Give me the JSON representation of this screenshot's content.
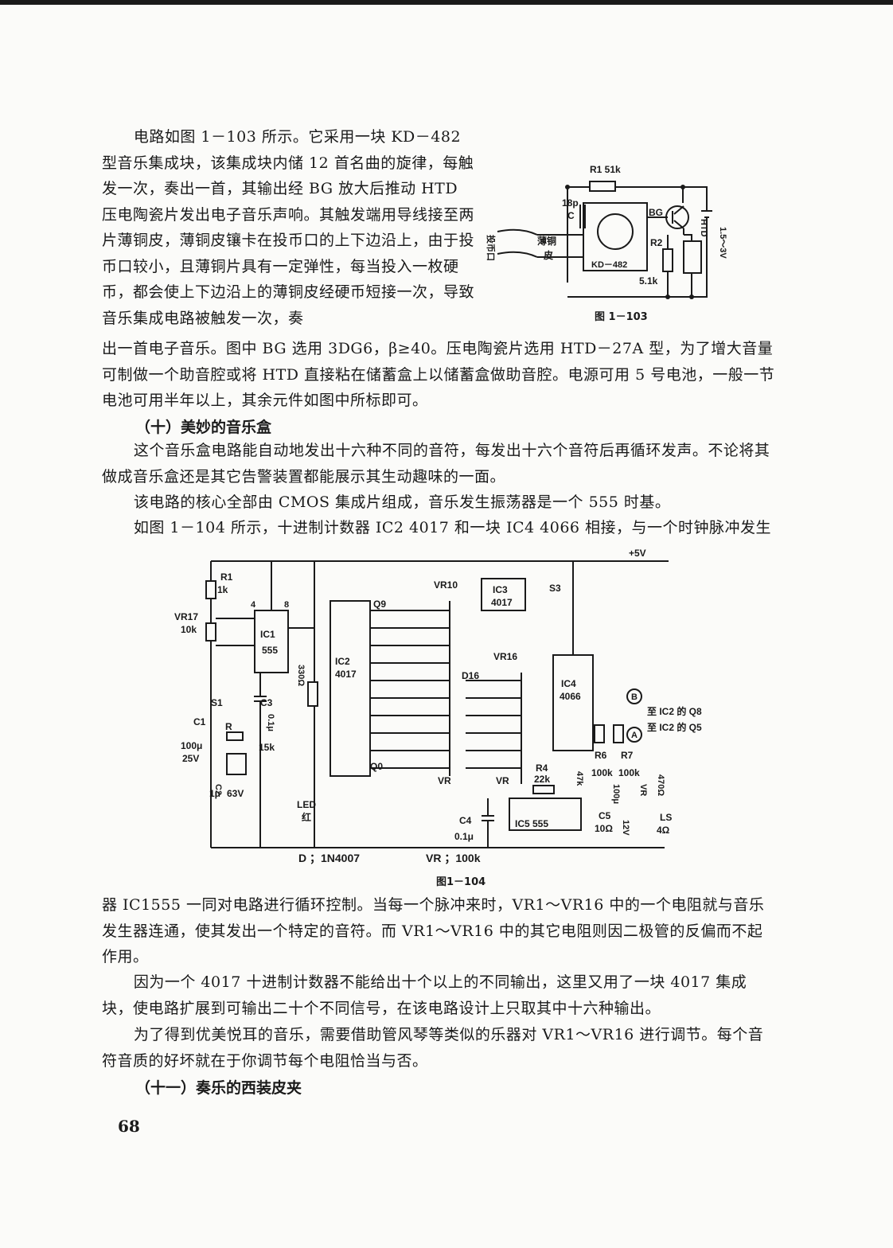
{
  "paragraphs": {
    "p1": "电路如图 1－103 所示。它采用一块 KD－482 型音乐集成块，该集成块内储 12 首名曲的旋律，每触发一次，奏出一首，其输出经 BG 放大后推动 HTD 压电陶瓷片发出电子音乐声响。其触发端用导线接至两片薄铜皮，薄铜皮镶卡在投币口的上下边沿上，由于投币口较小，且薄铜片具有一定弹性，每当投入一枚硬币，都会使上下边沿上的薄铜皮经硬币短接一次，导致音乐集成电路被触发一次，奏",
    "p1_cont": "出一首电子音乐。图中 BG 选用 3DG6，β≥40。压电陶瓷片选用 HTD－27A 型，为了增大音量可制做一个助音腔或将 HTD 直接粘在储蓄盒上以储蓄盒做助音腔。电源可用 5 号电池，一般一节电池可用半年以上，其余元件如图中所标即可。",
    "h10": "（十）美妙的音乐盒",
    "p2": "这个音乐盒电路能自动地发出十六种不同的音符，每发出十六个音符后再循环发声。不论将其做成音乐盒还是其它告警装置都能展示其生动趣味的一面。",
    "p3": "该电路的核心全部由 CMOS 集成片组成，音乐发生振荡器是一个 555 时基。",
    "p4": "如图 1－104 所示，十进制计数器 IC2 4017 和一块 IC4 4066 相接，与一个时钟脉冲发生",
    "p5": "器 IC1555 一同对电路进行循环控制。当每一个脉冲来时，VR1～VR16 中的一个电阻就与音乐发生器连通，使其发出一个特定的音符。而 VR1～VR16 中的其它电阻则因二极管的反偏而不起作用。",
    "p6": "因为一个 4017 十进制计数器不能给出十个以上的不同输出，这里又用了一块 4017 集成块，使电路扩展到可输出二十个不同信号，在该电路设计上只取其中十六种输出。",
    "p7": "为了得到优美悦耳的音乐，需要借助管风琴等类似的乐器对 VR1～VR16 进行调节。每个音符音质的好坏就在于你调节每个电阻恰当与否。",
    "h11": "（十一）奏乐的西装皮夹"
  },
  "fig103": {
    "caption": "图 1－103",
    "labels": {
      "r1": "R1 51k",
      "c_val": "18p",
      "c": "C",
      "bg": "BG",
      "r2": "R2",
      "r2_val": "5.1k",
      "ic": "KD－482",
      "htd": "HTD",
      "batt": "1.5～3V",
      "coin": "投币口",
      "copper1": "薄铜",
      "copper2": "皮"
    }
  },
  "fig104": {
    "caption": "图1－104",
    "labels": {
      "vcc": "+5V",
      "r1": "R1",
      "r1_val": "1k",
      "vr17": "VR17",
      "vr17_val": "10k",
      "ic1": "IC1",
      "ic1_type": "555",
      "ic2": "IC2",
      "ic2_type": "4017",
      "ic3": "IC3",
      "ic3_type": "4017",
      "ic4": "IC4",
      "ic4_type": "4066",
      "ic5": "IC5 555",
      "s1": "S1",
      "s3": "S3",
      "r": "R",
      "c1": "C1",
      "c1_val": "100μ",
      "c1_volt": "25V",
      "c2": "C2",
      "c2_val": "1μ",
      "c2_volt": "63V",
      "c3": "C3",
      "c3_val": "0.1μ",
      "r15k": "15k",
      "r330": "330Ω",
      "led": "LED",
      "led_color": "红",
      "vr10": "VR10",
      "vr16": "VR16",
      "d16": "D16",
      "vr_a": "VR",
      "vr_b": "VR",
      "q9": "Q9",
      "q0": "Q0",
      "r4": "R4",
      "r4_val": "22k",
      "r47k": "47k",
      "c4": "C4",
      "c4_val": "0.1μ",
      "r6": "R6",
      "r7": "R7",
      "r6_val": "100k",
      "r7_val": "100k",
      "c5": "C5",
      "c5_val": "100μ",
      "c5_volt": "12V",
      "r10": "10Ω",
      "r470": "470Ω",
      "vr_c": "VR",
      "ls": "LS",
      "ls_val": "4Ω",
      "to_q8": "至 IC2 的 Q8",
      "to_q5": "至 IC2 的 Q5",
      "b": "B",
      "a": "A",
      "legend_d": "D ；1N4007",
      "legend_vr": "VR ；100k"
    }
  },
  "page_number": "68"
}
